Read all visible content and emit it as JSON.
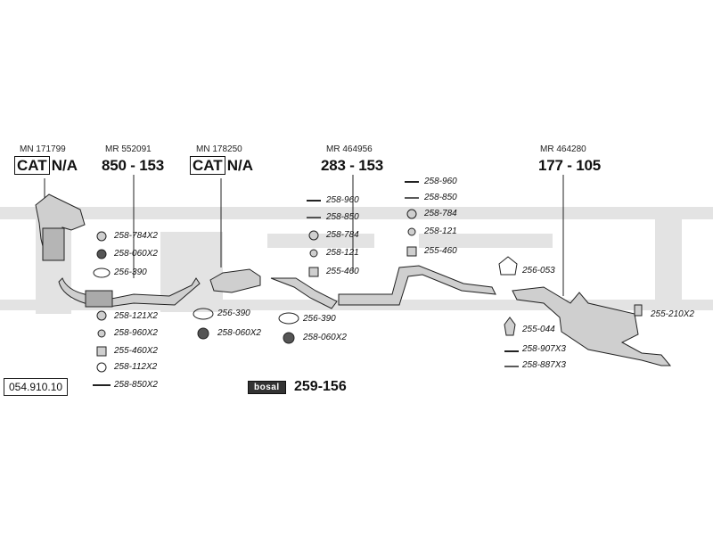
{
  "reference": "054.910.10",
  "watermark": "bosal",
  "kit": {
    "logo": "bosal",
    "number": "259-156"
  },
  "assemblies": [
    {
      "oe": "MN 171799",
      "part": "CAT N/A",
      "is_cat": true
    },
    {
      "oe": "MR 552091",
      "part": "850 - 153",
      "is_cat": false
    },
    {
      "oe": "MN 178250",
      "part": "CAT N/A",
      "is_cat": true
    },
    {
      "oe": "MR 464956",
      "part": "283 - 153",
      "is_cat": false
    },
    {
      "oe": "MR 464280",
      "part": "177 - 105",
      "is_cat": false
    }
  ],
  "cat_word": "CAT",
  "na_word": "N/A",
  "fittings": {
    "front": [
      "258-784X2",
      "258-060X2",
      "256-390",
      "258-121X2",
      "258-960X2",
      "255-460X2",
      "258-112X2",
      "258-850X2"
    ],
    "cat2": [
      "256-390",
      "258-060X2"
    ],
    "mid_front": [
      "256-390",
      "258-060X2"
    ],
    "mid_upper": [
      "258-960",
      "258-850",
      "258-784",
      "258-121",
      "255-460"
    ],
    "rear_upper": [
      "258-960",
      "258-850",
      "258-784",
      "258-121",
      "255-460"
    ],
    "rear_flange": [
      "256-053"
    ],
    "rear_lower": [
      "255-044",
      "258-907X3",
      "258-887X3"
    ],
    "rear_hanger": [
      "255-210X2"
    ]
  }
}
